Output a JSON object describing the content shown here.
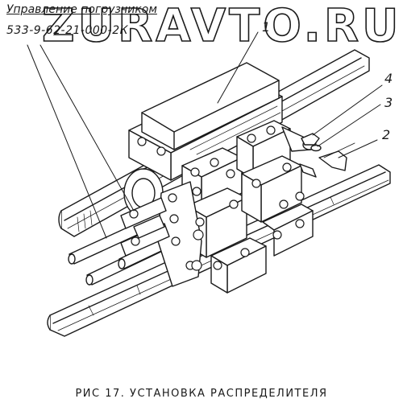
{
  "header": {
    "line1": "Управление погрузчиком",
    "line2": "533-9-62-21-000-2К"
  },
  "watermark": "ZURAVTO.RU",
  "callouts": [
    "1",
    "2",
    "3",
    "4"
  ],
  "caption": "РИС 17. УСТАНОВКА РАСПРЕДЕЛИТЕЛЯ"
}
